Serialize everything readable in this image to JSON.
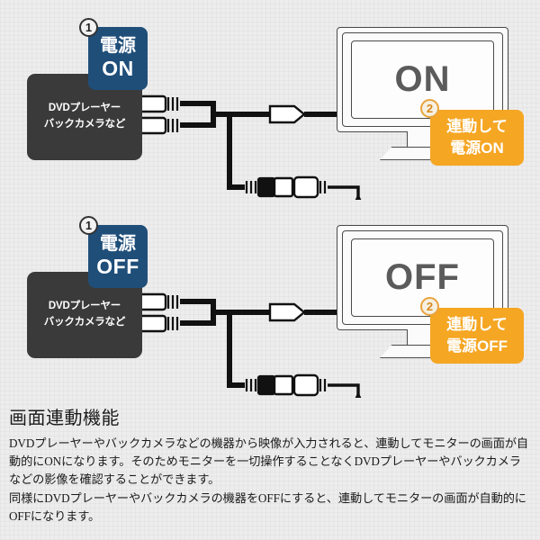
{
  "colors": {
    "background": "#ededed",
    "badge_blue": "#1f4e79",
    "badge_orange": "#f5a623",
    "device_box": "#3a3a3a",
    "screen_text": "#5b5b5b",
    "cable": "#111111"
  },
  "diagrams": [
    {
      "id": "power-on",
      "step1_marker": "1",
      "step1_badge": {
        "line1": "電源",
        "line2": "ON"
      },
      "device": {
        "line1": "DVDプレーヤー",
        "line2": "バックカメラなど"
      },
      "monitor_state": "ON",
      "step2_marker": "2",
      "step2_badge": {
        "line1": "連動して",
        "line2": "電源ON"
      }
    },
    {
      "id": "power-off",
      "step1_marker": "1",
      "step1_badge": {
        "line1": "電源",
        "line2": "OFF"
      },
      "device": {
        "line1": "DVDプレーヤー",
        "line2": "バックカメラなど"
      },
      "monitor_state": "OFF",
      "step2_marker": "2",
      "step2_badge": {
        "line1": "連動して",
        "line2": "電源OFF"
      }
    }
  ],
  "description": {
    "heading": "画面連動機能",
    "paragraphs": [
      "DVDプレーヤーやバックカメラなどの機器から映像が入力されると、連動してモニターの画面が自動的にONになります。そのためモニターを一切操作することなくDVDプレーヤーやバックカメラなどの影像を確認することができます。",
      "同様にDVDプレーヤーやバックカメラの機器をOFFにすると、連動してモニターの画面が自動的にOFFになります。"
    ]
  }
}
